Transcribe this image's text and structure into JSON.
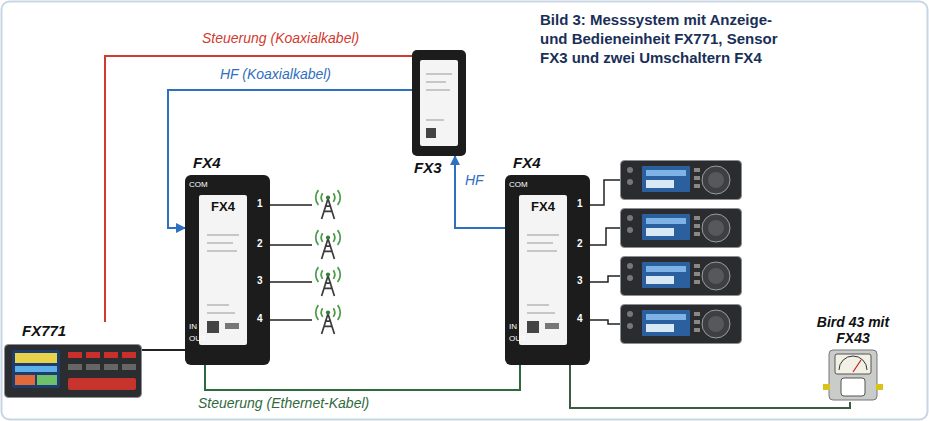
{
  "diagram": {
    "title": "Bild 3: Messsystem mit Anzeige- und Bedieneinheit FX771, Sensor FX3 und zwei Umschaltern FX4",
    "nodes": [
      {
        "text": [
          "FX771"
        ]
      },
      {
        "text": [
          "FX4",
          "FX4"
        ]
      },
      {
        "text": [
          "FX3"
        ]
      },
      {
        "text": [
          "FX4",
          "FX4"
        ]
      },
      {
        "text": [
          "Bird 43 mit FX43"
        ]
      }
    ],
    "edges": [
      {
        "from": 0,
        "to": 2,
        "arrow": "none",
        "label": "Steuerung (Koaxialkabel)"
      },
      {
        "from": 2,
        "to": 1,
        "arrow": "to",
        "label": "HF (Koaxialkabel)"
      },
      {
        "from": 3,
        "to": 2,
        "arrow": "to",
        "label": "HF"
      },
      {
        "from": 0,
        "to": 1,
        "arrow": "none"
      },
      {
        "from": 1,
        "to": 3,
        "arrow": "none",
        "label": "Steuerung (Ethernet-Kabel)"
      },
      {
        "from": 3,
        "to": 4,
        "arrow": "none"
      }
    ],
    "labels": [
      "COM",
      "1",
      "2",
      "3",
      "4",
      "IN",
      "OUT",
      "COM",
      "1",
      "2",
      "3",
      "4",
      "IN",
      "OUT"
    ]
  }
}
